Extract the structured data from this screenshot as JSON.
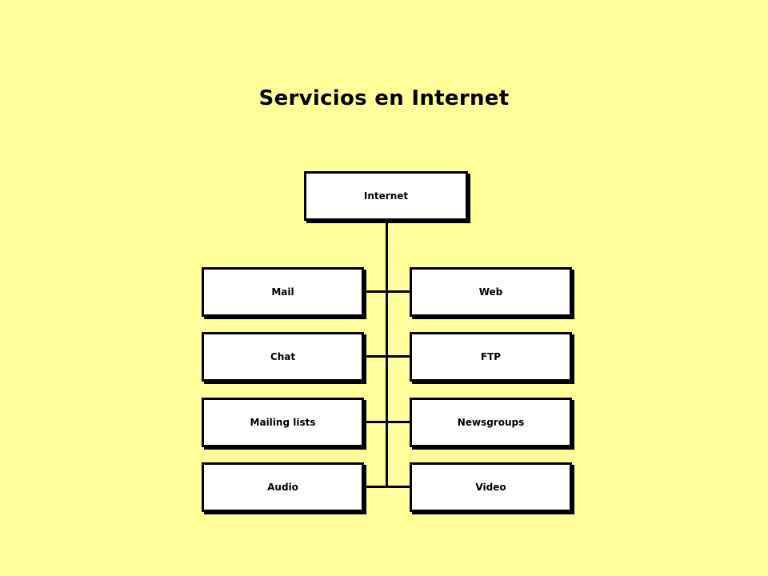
{
  "title": "Servicios en Internet",
  "root": "Internet",
  "left": [
    "Mail",
    "Chat",
    "Mailing lists",
    "Audio"
  ],
  "right": [
    "Web",
    "FTP",
    "Newsgroups",
    "Video"
  ],
  "colors": {
    "background": "#FFFF99",
    "box": "#FFFFFF",
    "stroke": "#000000"
  }
}
